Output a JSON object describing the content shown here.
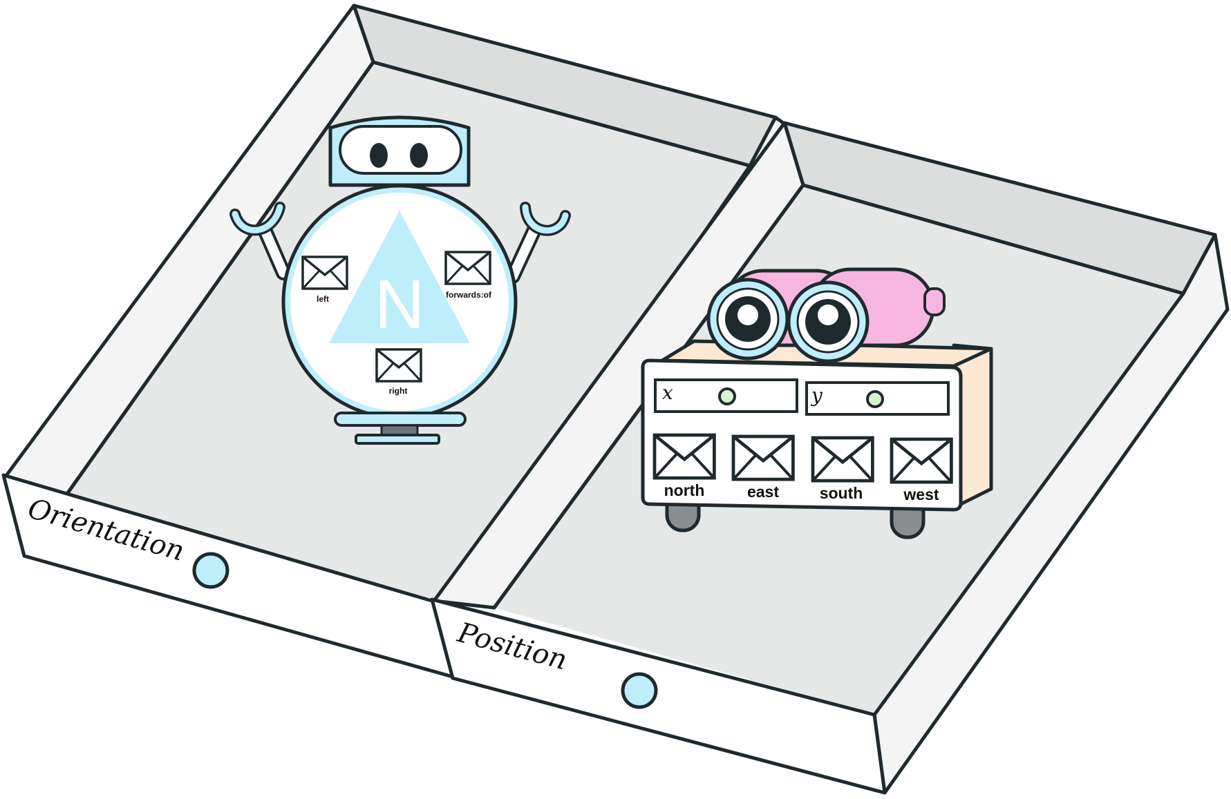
{
  "drawers": {
    "left": {
      "label": "Orientation"
    },
    "right": {
      "label": "Position"
    }
  },
  "compass_robot": {
    "letter": "N",
    "messages": {
      "left": "left",
      "forwards": "forwards:of",
      "right": "right"
    }
  },
  "position_device": {
    "fields": {
      "x": "x",
      "y": "y"
    },
    "messages": {
      "north": "north",
      "east": "east",
      "south": "south",
      "west": "west"
    }
  },
  "colors": {
    "outline": "#1f2a2e",
    "drawer_floor": "#e6e7e7",
    "drawer_wall": "#f4f4f4",
    "drawer_back": "#dcdede",
    "light_blue": "#bfeefb",
    "pink": "#f7b6df",
    "peach": "#fde8d4",
    "knob_green": "#d8f3d0",
    "wheel_gray": "#8a8e90"
  }
}
